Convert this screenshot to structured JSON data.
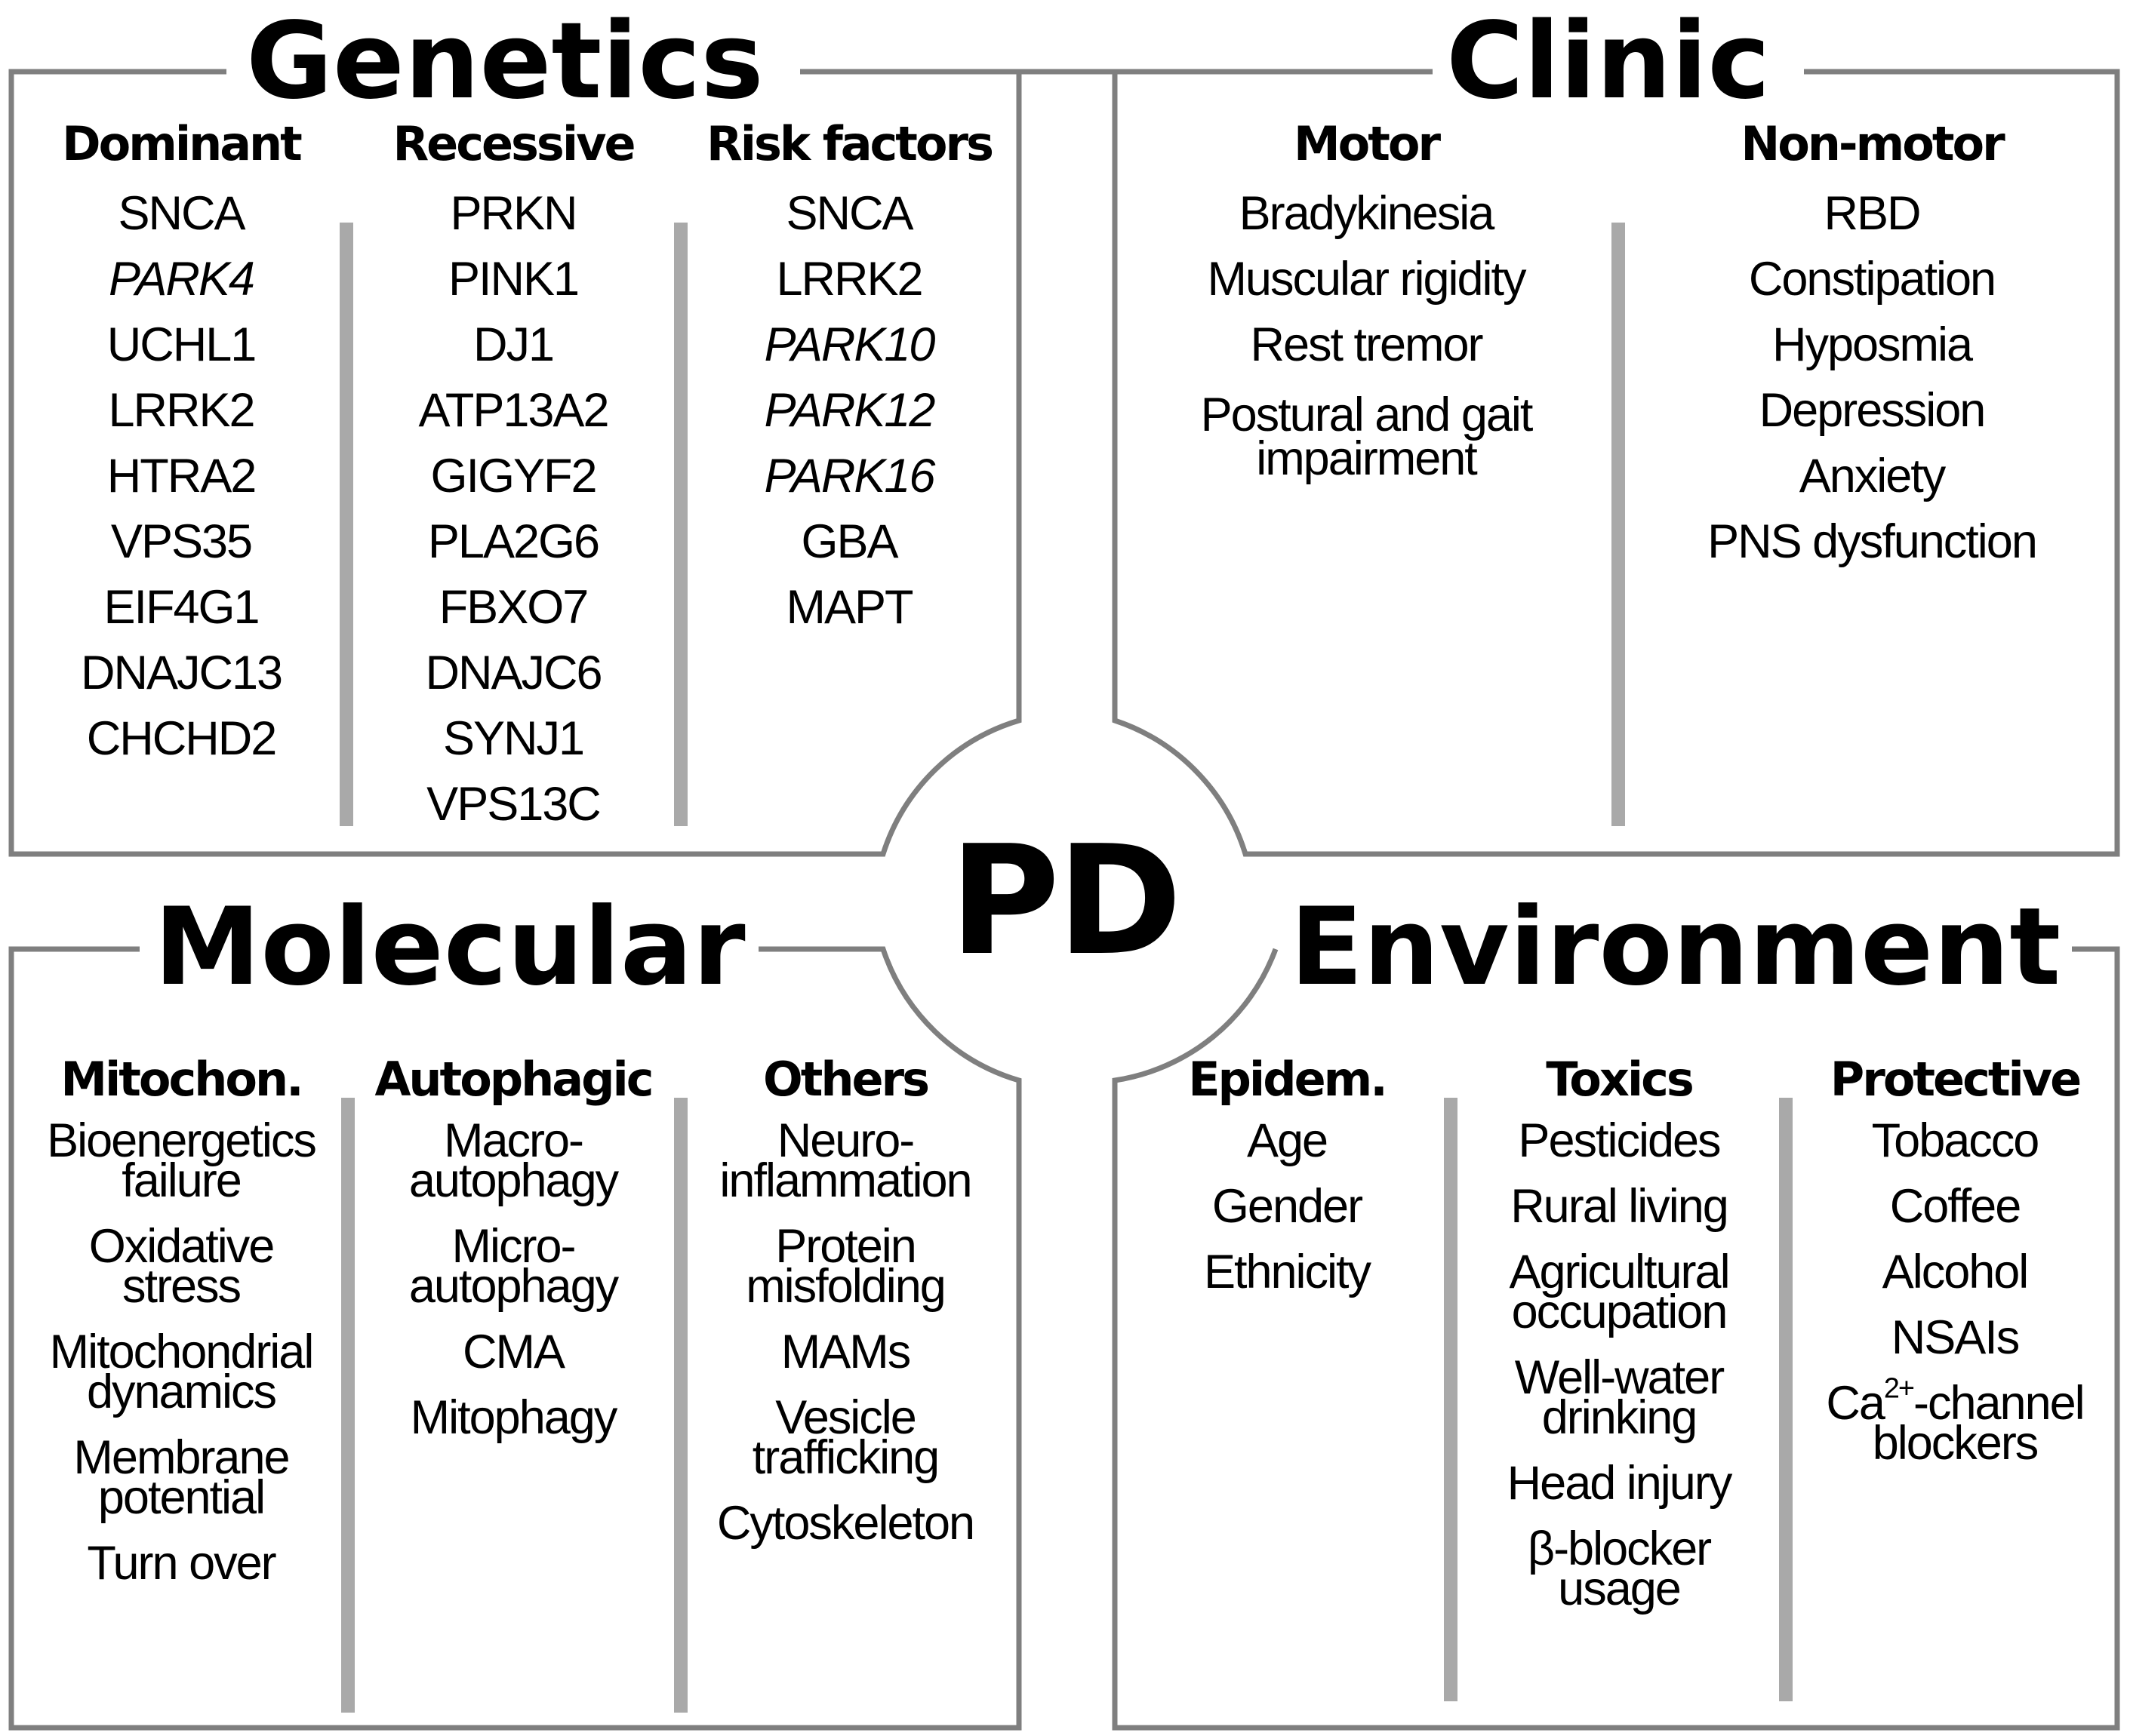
{
  "center": {
    "label": "PD"
  },
  "genetics": {
    "title": "Genetics",
    "dominant": {
      "header": "Dominant",
      "items": [
        "SNCA",
        "PARK4",
        "UCHL1",
        "LRRK2",
        "HTRA2",
        "VPS35",
        "EIF4G1",
        "DNAJC13",
        "CHCHD2"
      ]
    },
    "recessive": {
      "header": "Recessive",
      "items": [
        "PRKN",
        "PINK1",
        "DJ1",
        "ATP13A2",
        "GIGYF2",
        "PLA2G6",
        "FBXO7",
        "DNAJC6",
        "SYNJ1",
        "VPS13C"
      ]
    },
    "risk": {
      "header": "Risk factors",
      "items": [
        "SNCA",
        "LRRK2",
        "PARK10",
        "PARK12",
        "PARK16",
        "GBA",
        "MAPT"
      ]
    }
  },
  "clinic": {
    "title": "Clinic",
    "motor": {
      "header": "Motor",
      "items": [
        "Bradykinesia",
        "Muscular rigidity",
        "Rest tremor",
        "Postural and gait\nimpairment"
      ]
    },
    "nonmotor": {
      "header": "Non-motor",
      "items": [
        "RBD",
        "Constipation",
        "Hyposmia",
        "Depression",
        "Anxiety",
        "PNS dysfunction"
      ]
    }
  },
  "molecular": {
    "title": "Molecular",
    "mitochon": {
      "header": "Mitochon.",
      "items": [
        "Bioenergetics\nfailure",
        "Oxidative\nstress",
        "Mitochondrial\ndynamics",
        "Membrane\npotential",
        "Turn over"
      ]
    },
    "autophagic": {
      "header": "Autophagic",
      "items": [
        "Macro-\nautophagy",
        "Micro-\nautophagy",
        "CMA",
        "Mitophagy"
      ]
    },
    "others": {
      "header": "Others",
      "items": [
        "Neuro-\ninflammation",
        "Protein\nmisfolding",
        "MAMs",
        "Vesicle\ntrafficking",
        "Cytoskeleton"
      ]
    }
  },
  "environment": {
    "title": "Environment",
    "epidem": {
      "header": "Epidem.",
      "items": [
        "Age",
        "Gender",
        "Ethnicity"
      ]
    },
    "toxics": {
      "header": "Toxics",
      "items": [
        "Pesticides",
        "Rural living",
        "Agricultural\noccupation",
        "Well-water\ndrinking",
        "Head injury",
        "β-blocker\nusage"
      ]
    },
    "protective": {
      "header": "Protective",
      "items": [
        "Tobacco",
        "Coffee",
        "Alcohol",
        "NSAIs",
        "Ca",
        "2+",
        "-channel\nblockers"
      ]
    }
  },
  "colors": {
    "frame": "#7f7f7f",
    "divider": "#a9a9a9",
    "text": "#000000"
  }
}
